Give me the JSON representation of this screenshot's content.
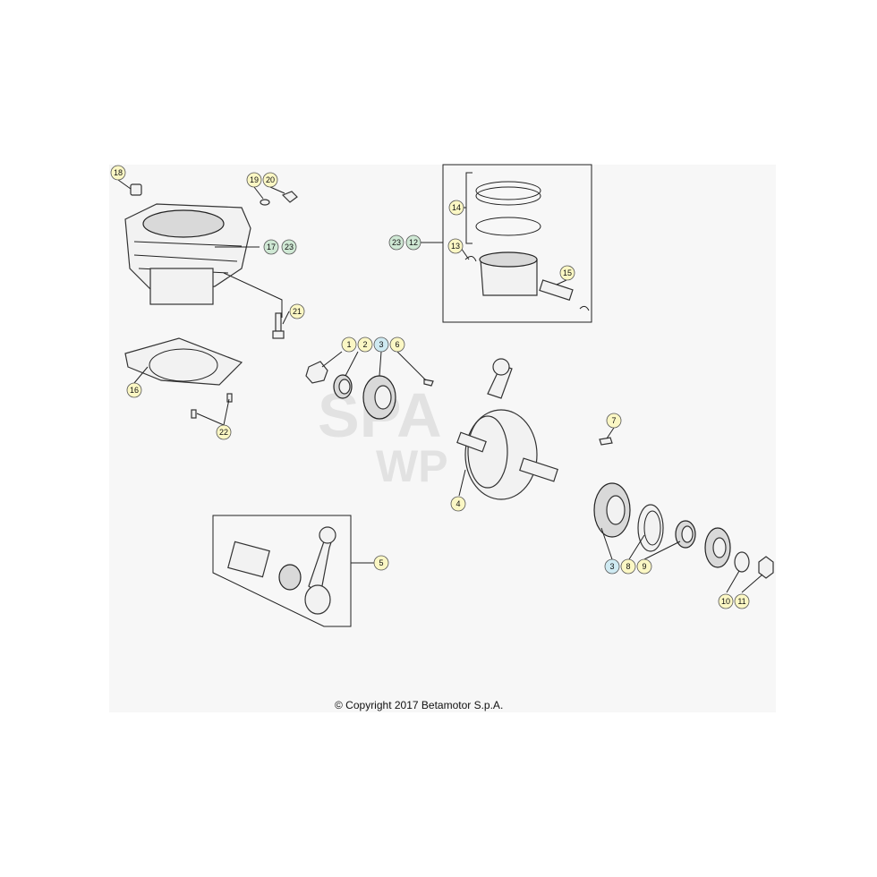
{
  "callouts": {
    "c18": "18",
    "c19": "19",
    "c20": "20",
    "c17": "17",
    "c23a": "23",
    "c21": "21",
    "c16": "16",
    "c22": "22",
    "c1": "1",
    "c2": "2",
    "c3a": "3",
    "c6": "6",
    "c23b": "23",
    "c12": "12",
    "c14": "14",
    "c13": "13",
    "c15": "15",
    "c7": "7",
    "c4": "4",
    "c5": "5",
    "c3b": "3",
    "c8": "8",
    "c9": "9",
    "c10": "10",
    "c11": "11"
  },
  "copyright": "© Copyright 2017 Betamotor S.p.A.",
  "colors": {
    "callout_yellow": "#fbf7c4",
    "callout_green": "#cfe8d4",
    "callout_blue": "#cfeaf2",
    "line": "#222222"
  }
}
